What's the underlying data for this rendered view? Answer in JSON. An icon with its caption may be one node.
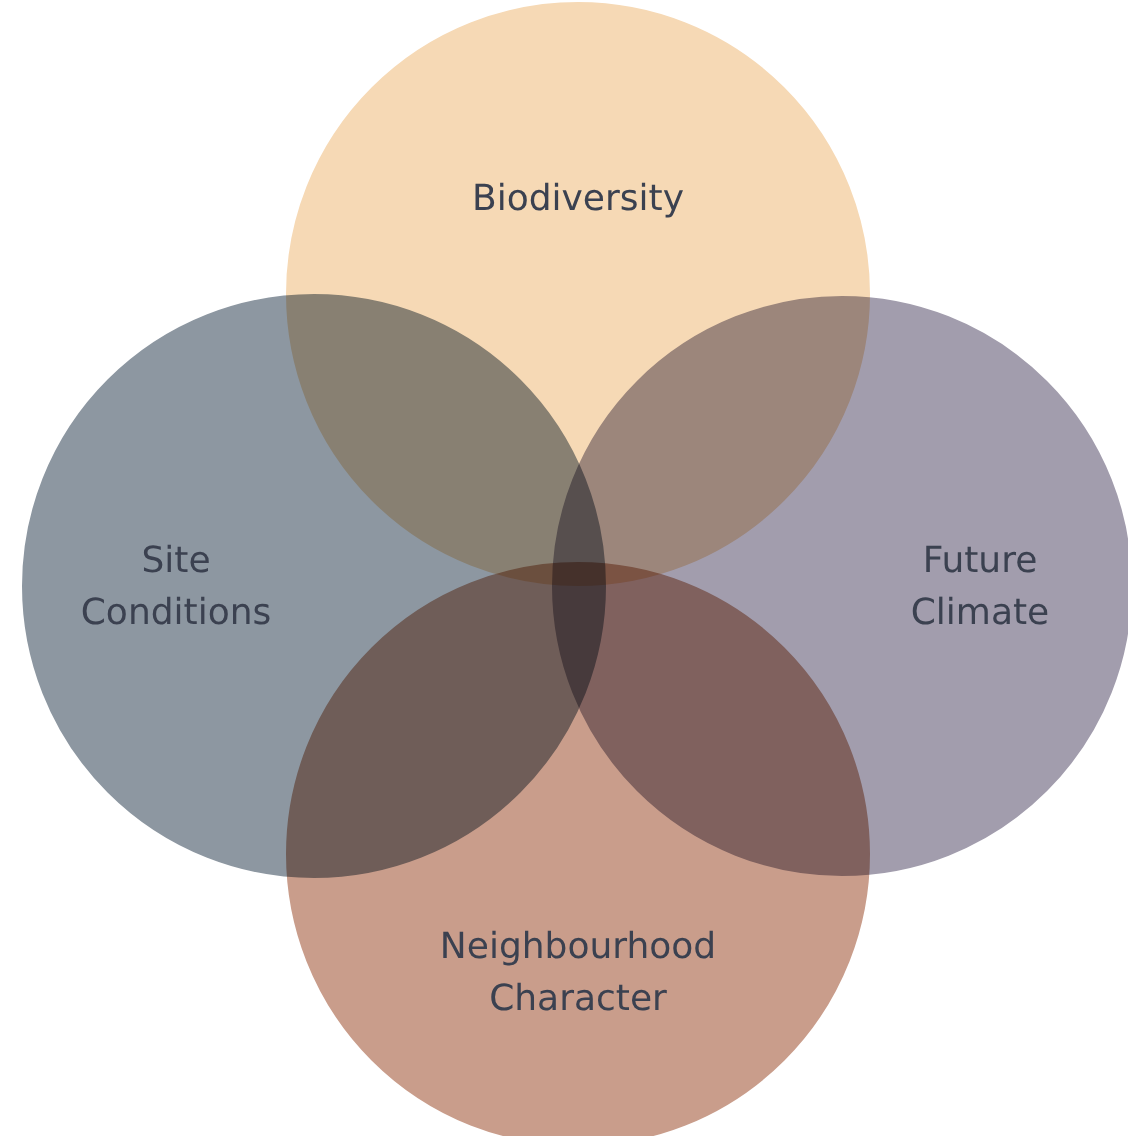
{
  "diagram": {
    "nodes": [
      {
        "text": [
          "Biodiversity"
        ]
      },
      {
        "text": [
          "Site Conditions"
        ]
      },
      {
        "text": [
          "Future Climate"
        ]
      },
      {
        "text": [
          "Neighbourhood Character"
        ]
      }
    ]
  }
}
